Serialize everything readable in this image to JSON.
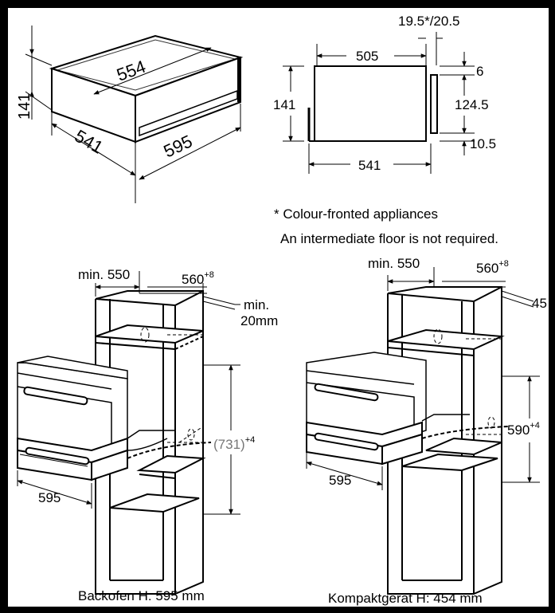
{
  "top_left": {
    "dims": {
      "height": "141",
      "depth": "554",
      "width": "541",
      "front": "595"
    }
  },
  "top_right": {
    "dims": {
      "top": "19.5*/20.5",
      "depth": "505",
      "right_top": "6",
      "height": "141",
      "right_mid": "124.5",
      "right_bottom": "10.5",
      "bottom": "541"
    }
  },
  "notes": {
    "colour": "* Colour-fronted appliances",
    "floor": "An intermediate floor is not required."
  },
  "cabinet_left": {
    "min_depth": "min. 550",
    "width": "560",
    "width_sup": "+8",
    "gap_line1": "min.",
    "gap_line2": "20mm",
    "height": "(731)",
    "height_sup": "+4",
    "front": "595",
    "caption": "Backofen H: 595 mm"
  },
  "cabinet_right": {
    "min_depth": "min. 550",
    "width": "560",
    "width_sup": "+8",
    "gap": "45",
    "height": "590",
    "height_sup": "+4",
    "front": "595",
    "caption": "Kompaktgerät H: 454 mm"
  }
}
